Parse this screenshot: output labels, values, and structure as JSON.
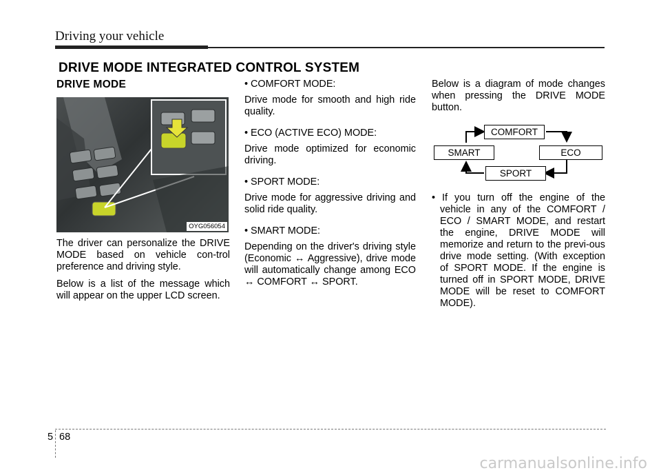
{
  "header": {
    "title": "Driving your vehicle"
  },
  "section": {
    "title": "DRIVE MODE INTEGRATED CONTROL SYSTEM"
  },
  "col1": {
    "subhead": "DRIVE MODE",
    "photo_code": "OYG056054",
    "para1": "The driver can personalize the DRIVE MODE based on vehicle con-trol preference and driving style.",
    "para2": "Below is a list of the message which will appear on the upper LCD screen."
  },
  "col2": {
    "comfort_head": "• COMFORT MODE:",
    "comfort_text": "Drive mode for smooth and high ride quality.",
    "eco_head": "• ECO (ACTIVE ECO) MODE:",
    "eco_text": "Drive mode optimized for economic driving.",
    "sport_head": "• SPORT MODE:",
    "sport_text": "Drive mode for aggressive driving and solid ride quality.",
    "smart_head": "• SMART MODE:",
    "smart_text": "Depending on the driver's driving style (Economic ↔ Aggressive), drive mode will automatically change among ECO ↔ COMFORT ↔ SPORT."
  },
  "col3": {
    "intro": "Below is a diagram of mode changes when pressing the DRIVE MODE button.",
    "diagram": {
      "comfort": "COMFORT",
      "smart": "SMART",
      "eco": "ECO",
      "sport": "SPORT"
    },
    "note": "• If you turn off the engine of the vehicle in any of the COMFORT / ECO / SMART MODE, and restart the engine, DRIVE MODE will memorize and return to the previ-ous drive mode setting. (With exception of SPORT MODE. If the engine is turned off in SPORT MODE, DRIVE MODE will be reset to COMFORT MODE)."
  },
  "footer": {
    "chapter": "5",
    "page": "68"
  },
  "watermark": "carmanualsonline.info",
  "colors": {
    "text": "#000000",
    "highlight": "#c8d42a",
    "rule": "#222222"
  }
}
